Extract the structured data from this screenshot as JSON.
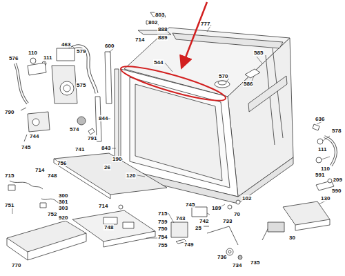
{
  "diagram": {
    "labels": [
      "463",
      "600",
      "803",
      "802",
      "888",
      "714",
      "889",
      "544",
      "777",
      "585",
      "570",
      "586",
      "576",
      "110",
      "111",
      "579",
      "575",
      "574",
      "791",
      "790",
      "744",
      "745",
      "844",
      "843",
      "741",
      "190",
      "26",
      "120",
      "756",
      "714",
      "748",
      "715",
      "751",
      "300",
      "301",
      "303",
      "752",
      "714",
      "748",
      "715",
      "920",
      "739",
      "750",
      "754",
      "755",
      "770",
      "749",
      "743",
      "745",
      "742",
      "25",
      "189",
      "70",
      "102",
      "733",
      "736",
      "734",
      "735",
      "30",
      "130",
      "590",
      "591",
      "209",
      "636",
      "578",
      "111",
      "110"
    ]
  }
}
